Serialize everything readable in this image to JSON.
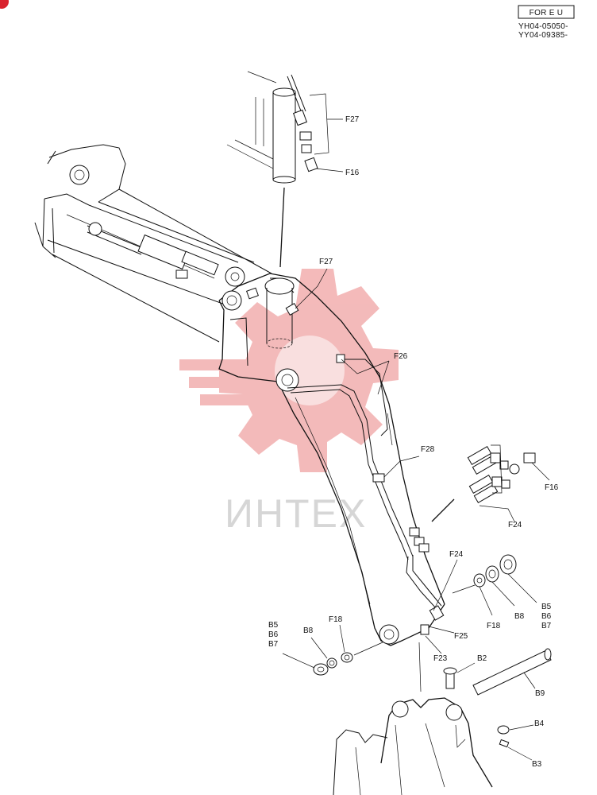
{
  "header": {
    "variant_box": "FOR E U",
    "serial_1": "YH04-05050-",
    "serial_2": "YY04-09385-"
  },
  "watermark": {
    "text": "ИНТЕХ"
  },
  "callouts": {
    "f27_top": "F27",
    "f16_top": "F16",
    "f27_mid": "F27",
    "f26": "F26",
    "f28": "F28",
    "f16_right": "F16",
    "f24_right": "F24",
    "f24_mid": "F24",
    "f25": "F25",
    "f23": "F23",
    "f18_right": "F18",
    "b8_right": "B8",
    "b5_right": "B5",
    "b6_right": "B6",
    "b7_right": "B7",
    "b5_left": "B5",
    "b6_left": "B6",
    "b7_left": "B7",
    "b8_left": "B8",
    "f18_left": "F18",
    "b2": "B2",
    "b9": "B9",
    "b4": "B4",
    "b3": "B3"
  }
}
